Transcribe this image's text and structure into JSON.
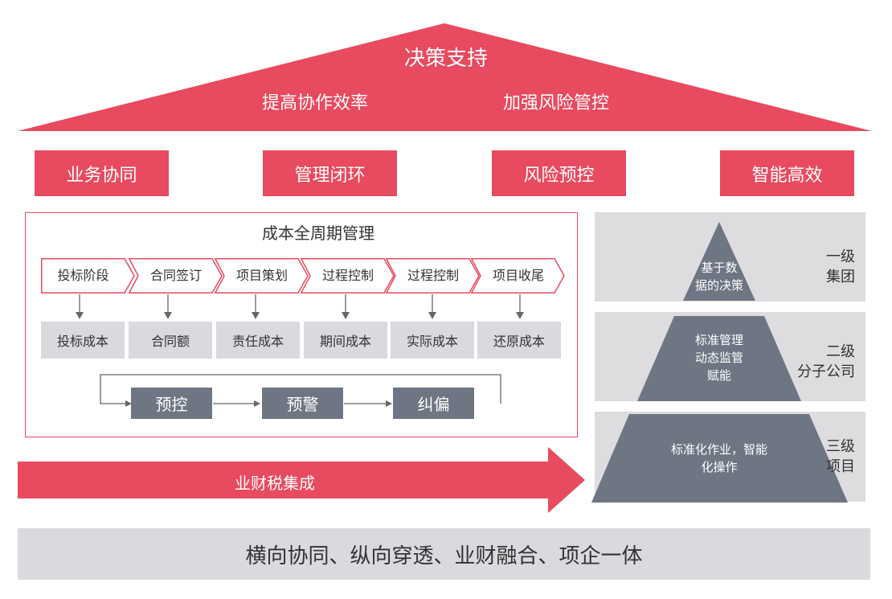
{
  "roof": {
    "title": "决策支持",
    "left_goal": "提高协作效率",
    "right_goal": "加强风险管控"
  },
  "pillars": [
    "业务协同",
    "管理闭环",
    "风险预控",
    "智能高效"
  ],
  "cycle": {
    "title": "成本全周期管理",
    "stages": [
      "投标阶段",
      "合同签订",
      "项目策划",
      "过程控制",
      "过程控制",
      "项目收尾"
    ],
    "costs": [
      "投标成本",
      "合同额",
      "责任成本",
      "期间成本",
      "实际成本",
      "还原成本"
    ],
    "control_loop": [
      "预控",
      "预警",
      "纠偏"
    ]
  },
  "integration_arrow": "业财税集成",
  "pyramid": {
    "levels": [
      {
        "text_lines": [
          "基于数",
          "据的决策"
        ],
        "label_lines": [
          "一级",
          "集团"
        ]
      },
      {
        "text_lines": [
          "标准管理",
          "动态监管",
          "赋能"
        ],
        "label_lines": [
          "二级",
          "分子公司"
        ]
      },
      {
        "text_lines": [
          "标准化作业，智能",
          "化操作"
        ],
        "label_lines": [
          "三级",
          "项目"
        ]
      }
    ]
  },
  "bottom_banner": "横向协同、纵向穿透、业财融合、项企一体",
  "colors": {
    "accent_red": "#e84a5f",
    "slate": "#6e7684",
    "light_gray": "#d9d9de",
    "panel_gray": "#dddde0"
  }
}
